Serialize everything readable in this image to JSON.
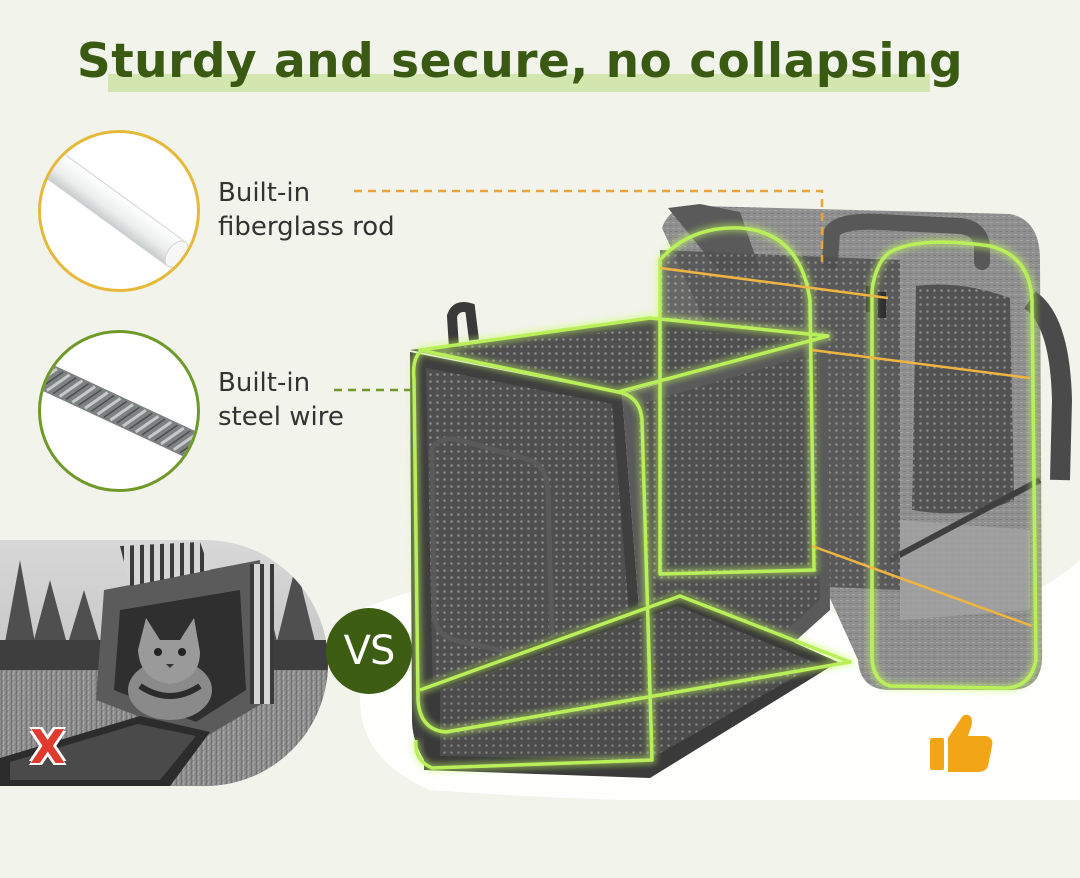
{
  "title": "Sturdy and secure, no collapsing",
  "callouts": {
    "fiberglass": {
      "line1": "Built-in",
      "line2": "fiberglass rod",
      "icon": "fiberglass-rod-icon"
    },
    "steel": {
      "line1": "Built-in",
      "line2": "steel wire",
      "icon": "steel-wire-icon"
    }
  },
  "comparison": {
    "vs_label": "VS",
    "bad_mark": "X",
    "good_icon": "thumbs-up-icon"
  },
  "colors": {
    "title": "#3a5a14",
    "title_highlight": "#cfe3a4",
    "background": "#f2f3ea",
    "fiberglass_ring": "#e6b93a",
    "steel_ring": "#6f9a2a",
    "frame_outline": "#b9f05a",
    "vs_badge": "#3d5e12",
    "bad_mark": "#e03a2e",
    "thumb": "#f2a516",
    "leader_orange": "#e8a53a",
    "leader_green": "#6f9a2a"
  }
}
